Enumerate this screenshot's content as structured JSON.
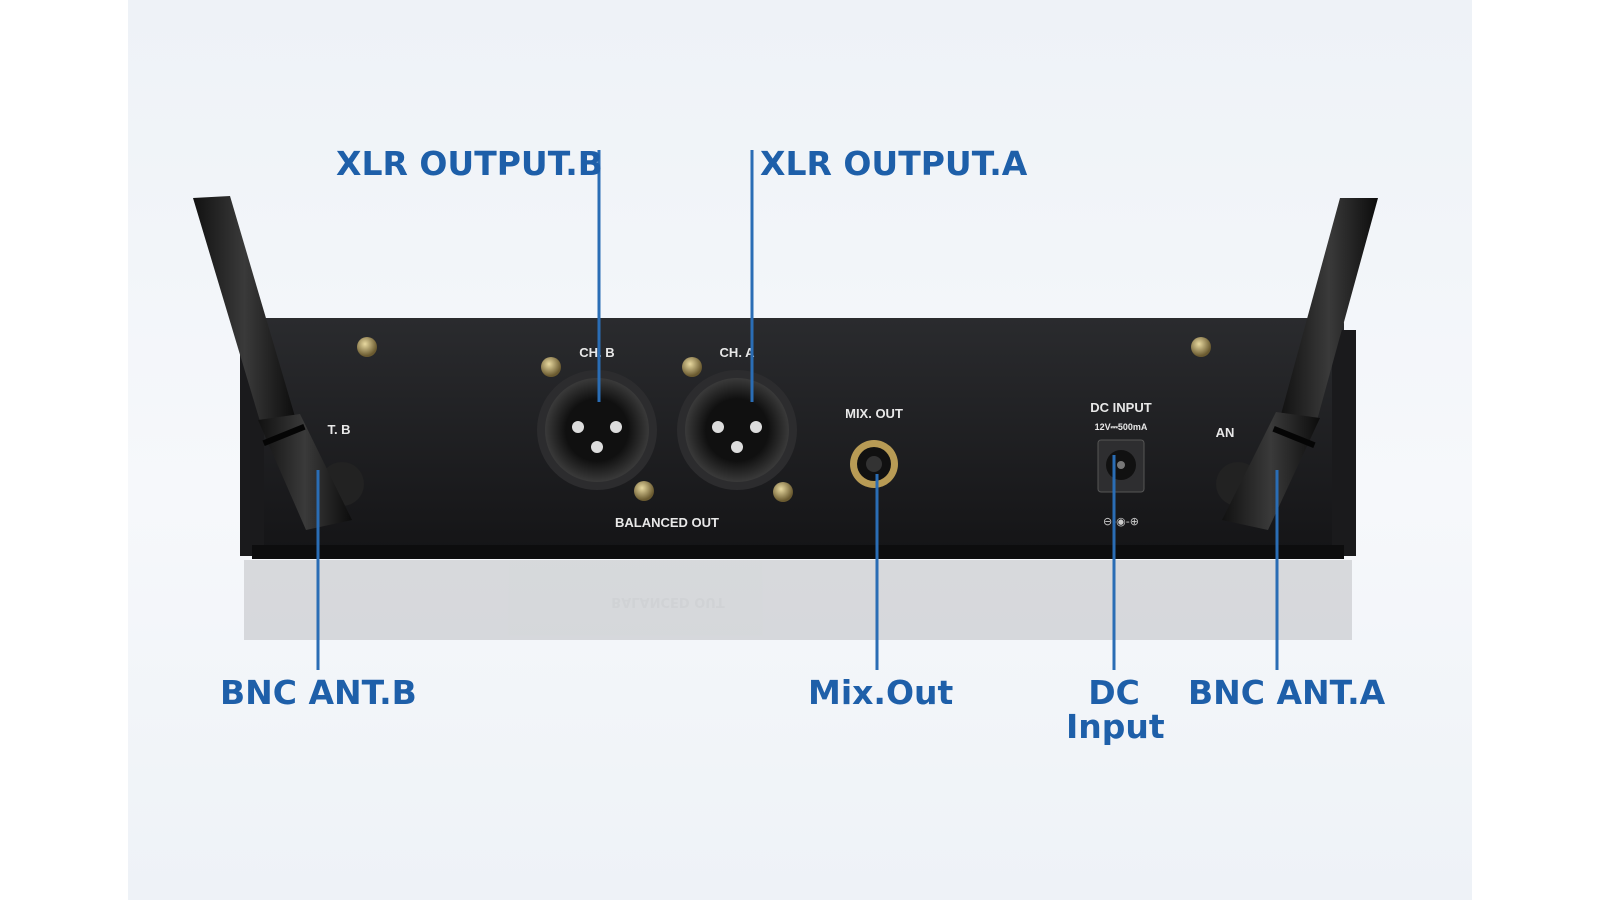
{
  "callouts": {
    "xlr_output_b": "XLR OUTPUT.B",
    "xlr_output_a": "XLR OUTPUT.A",
    "bnc_ant_b": "BNC ANT.B",
    "mix_out": "Mix.Out",
    "dc_input_line1": "DC",
    "dc_input_line2": "Input",
    "bnc_ant_a": "BNC ANT.A"
  },
  "panel": {
    "ch_b": "CH. B",
    "ch_a": "CH. A",
    "mix_out": "MIX. OUT",
    "balanced_out": "BALANCED OUT",
    "dc_input": "DC INPUT",
    "dc_rating": "12V⎓500mA",
    "ant_b": "T. B",
    "ant_a": "AN"
  },
  "colors": {
    "callout_text": "#1e5fa9",
    "leader_line": "#2a6db5",
    "panel": "#1b1c1e"
  }
}
